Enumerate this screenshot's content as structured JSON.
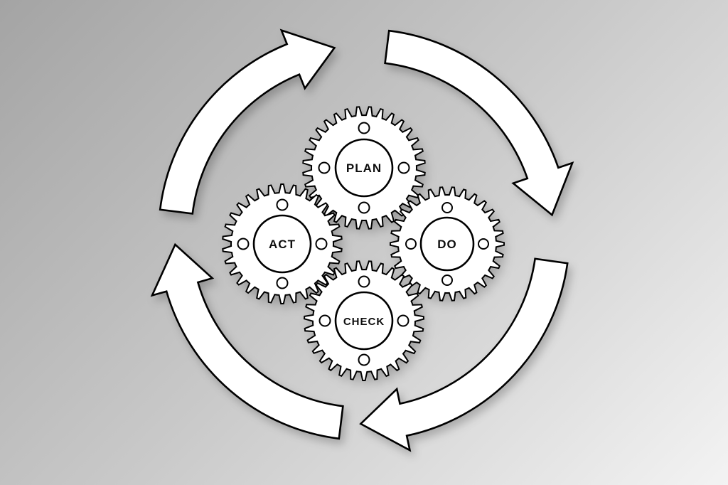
{
  "diagram": {
    "type": "pdca-gear-cycle",
    "gears": [
      {
        "id": "plan",
        "label": "PLAN"
      },
      {
        "id": "do",
        "label": "DO"
      },
      {
        "id": "check",
        "label": "CHECK"
      },
      {
        "id": "act",
        "label": "ACT"
      }
    ],
    "arrows": [
      {
        "id": "cycle-arrow-west-to-north",
        "direction": "clockwise"
      },
      {
        "id": "cycle-arrow-north-to-east",
        "direction": "clockwise"
      },
      {
        "id": "cycle-arrow-east-to-south",
        "direction": "clockwise"
      },
      {
        "id": "cycle-arrow-south-to-west",
        "direction": "clockwise"
      }
    ],
    "colors": {
      "shape_fill": "#ffffff",
      "shape_stroke": "#000000",
      "label": "#111111",
      "background_top_left": "#a4a4a4",
      "background_bottom_right": "#f3f3f3"
    }
  }
}
